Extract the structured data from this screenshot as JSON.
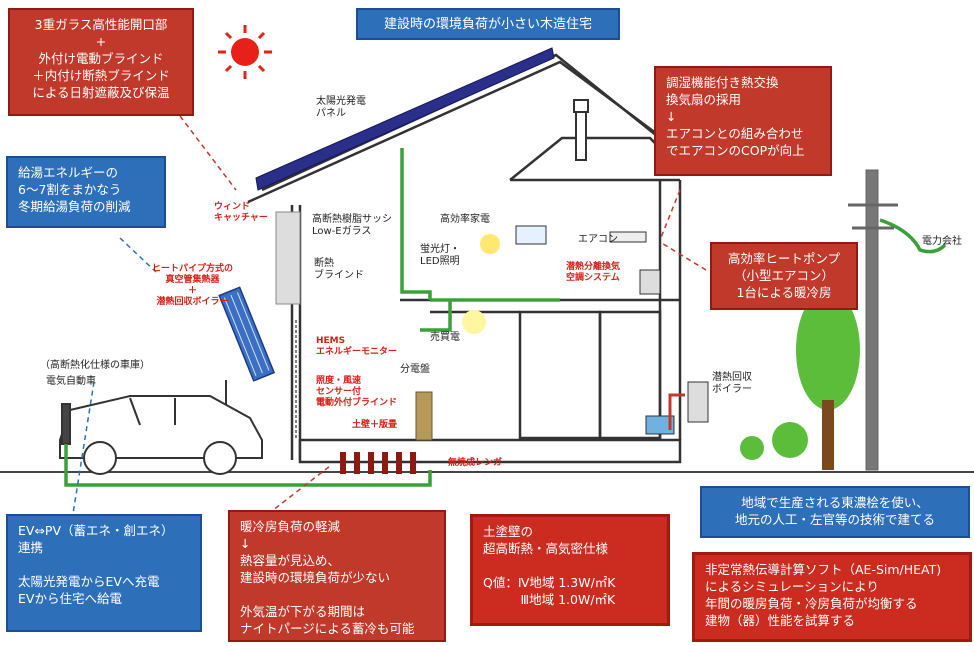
{
  "title": "建設時の環境負荷が小さい木造住宅",
  "box_window": [
    "3重ガラス高性能開口部",
    "+",
    "外付け電動ブラインド",
    "＋内付け断熱ブラインド",
    "による日射遮蔽及び保温"
  ],
  "box_hotwater": [
    "給湯エネルギーの",
    "6〜7割をまかなう",
    "冬期給湯負荷の削減"
  ],
  "box_ventilation": [
    "調湿機能付き熱交換",
    "換気扇の採用",
    "↓",
    "エアコンとの組み合わせ",
    "でエアコンのCOPが向上"
  ],
  "box_heatpump": [
    "高効率ヒートポンプ",
    "（小型エアコン）",
    "1台による暖冷房"
  ],
  "box_ev": [
    "EV⇔PV（蓄エネ・創エネ）",
    "連携",
    "",
    "太陽光発電からEVへ充電",
    "EVから住宅へ給電"
  ],
  "box_cooling": [
    "暖冷房負荷の軽減",
    "↓",
    "熱容量が見込め、",
    "建設時の環境負荷が少ない",
    "",
    "外気温が下がる期間は",
    "ナイトパージによる蓄冷も可能"
  ],
  "box_wall": [
    "土塗壁の",
    "超高断熱・高気密仕様",
    "",
    "Q値：Ⅳ地域  1.3W/㎡K",
    "　　　Ⅲ地域  1.0W/㎡K"
  ],
  "box_cedar": [
    "地域で生産される東濃桧を使い、",
    "地元の人工・左官等の技術で建てる"
  ],
  "box_software": [
    "非定常熱伝導計算ソフト（AE-Sim/HEAT)",
    "によるシミュレーションにより",
    "年間の暖房負荷・冷房負荷が均衡する",
    "建物（器）性能を試算する"
  ],
  "labels": {
    "solar_panel": "太陽光発電\nパネル",
    "sash": "高断熱樹脂サッシ\nLow-Eガラス",
    "blind": "断熱\nブラインド",
    "appliance": "高効率家電",
    "lighting": "蛍光灯・\nLED照明",
    "aircon": "エアコン",
    "meter": "売買電",
    "panel": "分電盤",
    "power_company": "電力会社",
    "garage": "（高断熱化仕様の車庫）",
    "ev": "電気自動車",
    "boiler": "潜熱回収\nボイラー"
  },
  "red_labels": {
    "wind_catcher": "ウィンド\nキャッチャー",
    "heat_pipe": "ヒートパイプ方式の\n真空管集熱器\n＋\n潜熱回収ボイラー",
    "hems": "HEMS\nエネルギーモニター",
    "sensor_blind": "照度・風速\nセンサー付\n電動外付ブラインド",
    "earth_floor": "土壁＋版畳",
    "brick": "無焼成レンガ",
    "vent_system": "潜熱分離換気\n空調システム"
  },
  "colors": {
    "red_box": "#c0392b",
    "blue_box": "#2e6fba",
    "solar_panel": "#2b2f8a",
    "green_cable": "#3aa13a",
    "sun": "#e8201a"
  }
}
